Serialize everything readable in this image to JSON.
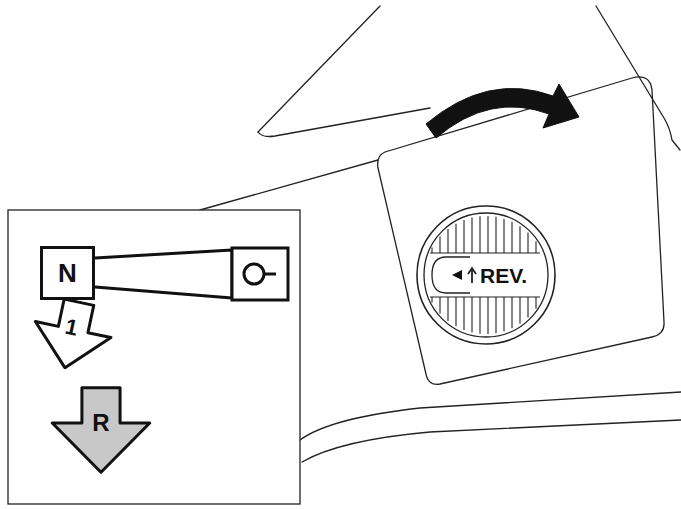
{
  "diagram": {
    "nodes": [
      {
        "text": [
          "REV."
        ]
      },
      {
        "text": [
          "N"
        ]
      },
      {
        "text": [
          "1"
        ]
      },
      {
        "text": [
          "R"
        ]
      }
    ]
  }
}
